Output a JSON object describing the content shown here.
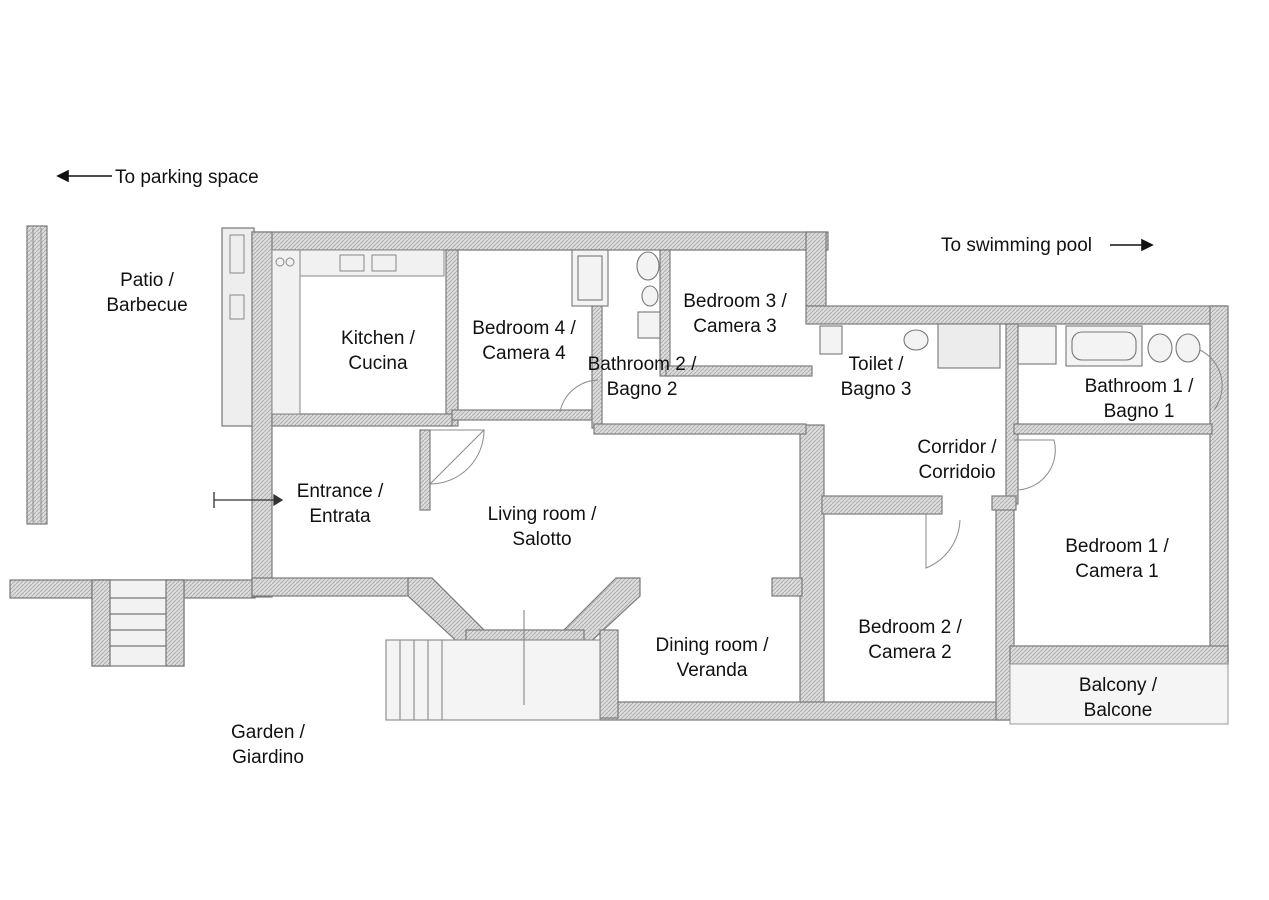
{
  "directions": {
    "parking": "To parking space",
    "pool": "To swimming pool"
  },
  "rooms": {
    "patio": [
      "Patio /",
      "Barbecue"
    ],
    "kitchen": [
      "Kitchen /",
      "Cucina"
    ],
    "bedroom4": [
      "Bedroom 4 /",
      "Camera 4"
    ],
    "bathroom2": [
      "Bathroom 2 /",
      "Bagno 2"
    ],
    "bedroom3": [
      "Bedroom 3 /",
      "Camera 3"
    ],
    "toilet": [
      "Toilet /",
      "Bagno 3"
    ],
    "bathroom1": [
      "Bathroom 1 /",
      "Bagno 1"
    ],
    "corridor": [
      "Corridor /",
      "Corridoio"
    ],
    "entrance": [
      "Entrance /",
      "Entrata"
    ],
    "living": [
      "Living room /",
      "Salotto"
    ],
    "bedroom1": [
      "Bedroom 1 /",
      "Camera 1"
    ],
    "bedroom2": [
      "Bedroom 2 /",
      "Camera 2"
    ],
    "dining": [
      "Dining room /",
      "Veranda"
    ],
    "balcony": [
      "Balcony /",
      "Balcone"
    ],
    "garden": [
      "Garden /",
      "Giardino"
    ]
  },
  "colors": {
    "wall": "#8c8c8c",
    "wall_fill": "#d6d6d6",
    "line": "#6e6e6e",
    "text": "#111111"
  }
}
